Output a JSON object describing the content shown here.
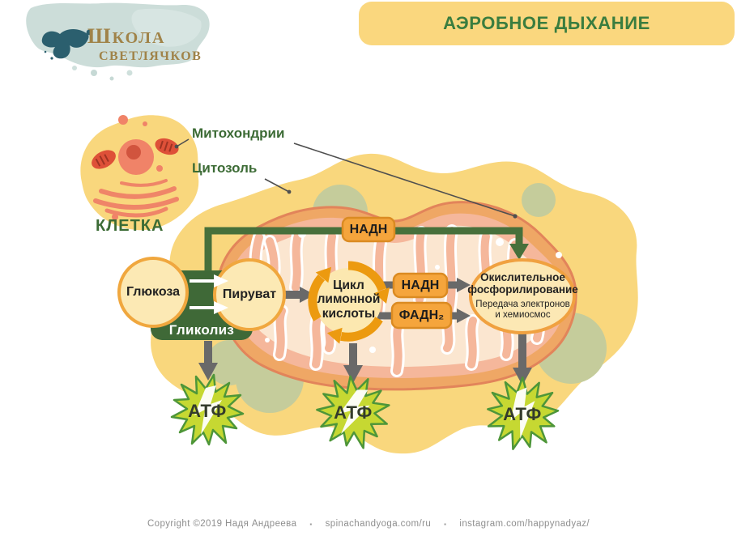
{
  "header": {
    "title": "АЭРОБНОЕ ДЫХАНИЕ"
  },
  "logo": {
    "line1": "Школа",
    "line2": "Светлячков"
  },
  "cell": {
    "mitochondria_label": "Митохондрии",
    "cytosol_label": "Цитозоль",
    "cell_label": "КЛЕТКА"
  },
  "diagram": {
    "glucose": "Глюкоза",
    "pyruvate": "Пируват",
    "glycolysis": "Гликолиз",
    "nadh_shuttle": "НАДН",
    "citric_acid_cycle": "Цикл лимонной кислоты",
    "nadh": "НАДН",
    "fadh2": "ФАДН₂",
    "oxidative_phosphorylation": "Окислительное фосфорилирование",
    "oxidative_subtitle": "Передача электронов и хемиосмос",
    "atp": "АТФ"
  },
  "footer": {
    "copyright": "Copyright ©2019 Надя Андреева",
    "bullet": "▪",
    "website": "spinachandyoga.com/ru",
    "instagram": "instagram.com/happynadyaz/"
  },
  "colors": {
    "banner_yellow": "#FAD77E",
    "title_green": "#3A7D3F",
    "label_green": "#3C6B35",
    "flow_green": "#47703B",
    "glycolysis_green": "#3F6937",
    "accent_orange": "#F0A73E",
    "tag_orange": "#F5A53C",
    "ring_orange": "#EC9A10",
    "arrow_gray": "#696969",
    "atp_star_green": "#C6D832",
    "atp_star_border": "#4E9639",
    "blob_yellow": "#F9D77D",
    "mito_outer": "#EFA765",
    "mito_inner": "#F5B79B",
    "mito_matrix": "#FBE6D0",
    "logo_teal": "#C6D9D5",
    "logo_gold": "#A08349"
  }
}
